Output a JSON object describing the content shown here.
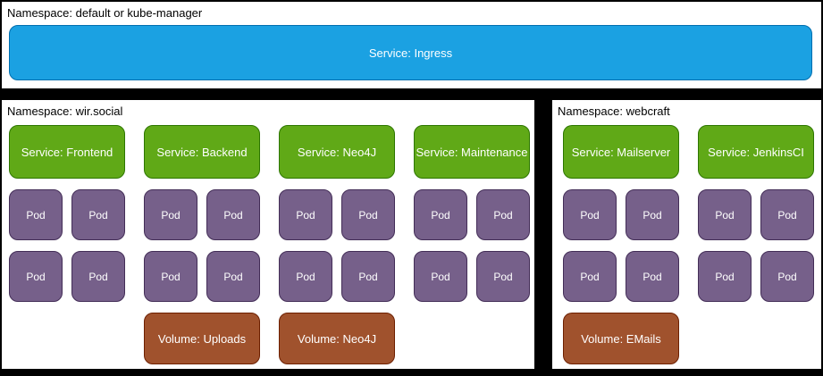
{
  "colors": {
    "canvas_bg": "#000000",
    "panel_bg": "#ffffff",
    "ingress_fill": "#1ba1e2",
    "ingress_border": "#006eaf",
    "service_fill": "#60a917",
    "service_border": "#2d7600",
    "pod_fill": "#76608a",
    "pod_border": "#432d57",
    "volume_fill": "#a0522d",
    "volume_border": "#6d1f00",
    "box_text": "#ffffff",
    "label_text": "#000000"
  },
  "top_panel": {
    "namespace_label": "Namespace: default or kube-manager",
    "ingress_label": "Service: Ingress"
  },
  "left_panel": {
    "namespace_label": "Namespace: wir.social",
    "services": [
      "Service: Frontend",
      "Service: Backend",
      "Service: Neo4J",
      "Service: Maintenance"
    ],
    "pod_label": "Pod",
    "pods_per_service": 4,
    "volumes": [
      "Volume: Uploads",
      "Volume: Neo4J"
    ]
  },
  "right_panel": {
    "namespace_label": "Namespace: webcraft",
    "services": [
      "Service: Mailserver",
      "Service: JenkinsCI"
    ],
    "pod_label": "Pod",
    "pods_per_service": 4,
    "volumes": [
      "Volume: EMails"
    ]
  }
}
